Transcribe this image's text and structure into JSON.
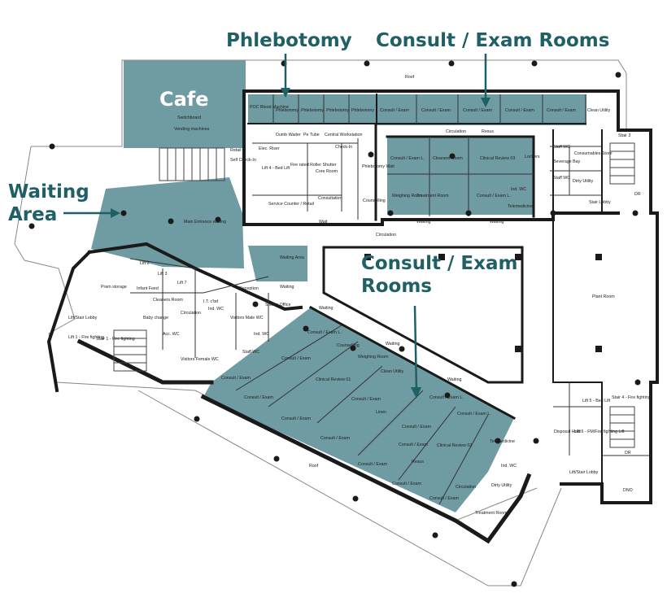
{
  "callouts": {
    "phlebotomy": "Phlebotomy",
    "consult_top": "Consult / Exam Rooms",
    "waiting_line1": "Waiting",
    "waiting_line2": "Area",
    "consult_mid_line1": "Consult / Exam",
    "consult_mid_line2": "Rooms"
  },
  "cafe": {
    "title": "Cafe",
    "switchboard": "Switchboard",
    "vending": "Vending machines"
  },
  "top_wing": {
    "poc": "POC Blood Machine",
    "phlebotomy_rooms": [
      "Phlebotomy",
      "Phlebotomy",
      "Phlebotomy",
      "Phlebotomy"
    ],
    "consult_exam_rooms": [
      "Consult / Exam",
      "Consult / Exam",
      "Consult / Exam",
      "Consult / Exam",
      "Consult / Exam"
    ],
    "clean_utility": "Clean Utility",
    "circulation": "Circulation",
    "resus": "Resus",
    "consult_exam_l": "Consult / Exam L.",
    "cleaners_room": "Cleaners Room",
    "clinical_review_03": "Clinical Review 03",
    "lockers": "Lockers",
    "consult_exam_l2": "Consult / Exam L.",
    "ind_wc": "Ind. WC",
    "telemedicine": "Telemedicine",
    "weighing_room": "Weighing Room",
    "treatment_room": "Treatment Room",
    "waiting_a": "Waiting",
    "waiting_b": "Waiting",
    "dumb_waiter": "Dumb Waiter",
    "pe_tube": "Pe Tube",
    "central_workstation": "Central Workstation",
    "check_in": "Check-In",
    "elec_riser": "Elec. Riser",
    "retail": "Retail",
    "self_check_in": "Self Check-In",
    "lift4": "Lift 4 - Bed Lift",
    "fire_shutter": "Fire rated Roller Shutter",
    "core_room": "Core Room",
    "phlebotomy_wait": "Phlebotomy Wait",
    "counselling": "Counselling",
    "consultation": "Consultation",
    "service_counter": "Service Counter / Retail",
    "wait": "Wait",
    "circulation_lower": "Circulation",
    "staff_wc_1": "Staff WC",
    "staff_wc_2": "Staff WC",
    "beverage_bay": "Beverage Bay",
    "consumables_store": "Consumables Store",
    "dirty_utility": "Dirty Utility",
    "stair_lobby": "Stair Lobby",
    "stair3": "Stair 3",
    "dr": "DR"
  },
  "roof_top": "Roof",
  "roof_bottom": "Roof",
  "plant_room": "Plant Room",
  "main_entrance": "Main Entrance waiting",
  "waiting_area_small": "Waiting Area",
  "left_block": {
    "lift2": "Lift 2",
    "lift3": "Lift 3",
    "lift7": "Lift 7",
    "pram_storage": "Pram storage",
    "infant_feed": "Infant Feed",
    "cleaners_room": "Cleaners Room",
    "circulation": "Circulation",
    "baby_change": "Baby change",
    "acc_wc": "Acc. WC",
    "lift_stair_lobby": "Lift/Stair Lobby",
    "lift1": "Lift 1 - Fire fighting",
    "stair1": "Stair 1 - Fire fighting",
    "visitors_female_wc": "Visitors Female WC",
    "it_cupd": "I.T. c'bd",
    "ind_wc_1": "Ind. WC",
    "visitors_male_wc": "Visitors Male WC",
    "ind_wc_2": "Ind. WC",
    "staff_wc": "Staff WC",
    "reception": "Reception",
    "sisters_office": "Sisters Office",
    "waiting_r": "Waiting"
  },
  "lower_wing": {
    "waiting_1": "Waiting",
    "consult_exam_l_1": "Consult / Exam L.",
    "counselling": "Counselling",
    "weighing_room": "Weighing Room",
    "waiting_2": "Waiting",
    "consult_exam_1": "Consult / Exam",
    "clinical_review_01": "Clinical Review 01",
    "clean_utility": "Clean Utility",
    "consult_exam_2": "Consult / Exam",
    "consult_exam_3": "Consult / Exam",
    "consult_exam_4": "Consult / Exam",
    "consult_exam_5": "Consult / Exam",
    "linen": "Linen",
    "waiting_3": "Waiting",
    "consult_exam_l_2": "Consult / Exam L.",
    "consult_exam_l_3": "Consult / Exam L.",
    "consult_exam_6": "Consult / Exam",
    "consult_exam_7": "Consult / Exam",
    "consult_exam_8": "Consult / Exam",
    "telemedicine": "Telemedicine",
    "clinical_review_02": "Clinical Review 02",
    "resus": "Resus",
    "consult_exam_9": "Consult / Exam",
    "consult_exam_10": "Consult / Exam",
    "consult_exam_11": "Consult / Exam",
    "circulation": "Circulation",
    "ind_wc": "Ind. WC",
    "dirty_utility": "Dirty Utility",
    "treatment_room": "Treatment Room"
  },
  "right_block": {
    "stair4": "Stair 4 - Fire fighting",
    "lift5": "Lift 5 - Bed Lift",
    "lift6": "Lift 6 - FM/Fire fighting Lift",
    "disposal_hold": "Disposal Hold",
    "dr": "DR",
    "lift_stair_lobby": "Lift/Stair Lobby",
    "dno": "DNO"
  },
  "colors": {
    "teal_fill": "#6f9ba2",
    "callout_text": "#1f5f66",
    "wall": "#1a1a1a"
  }
}
